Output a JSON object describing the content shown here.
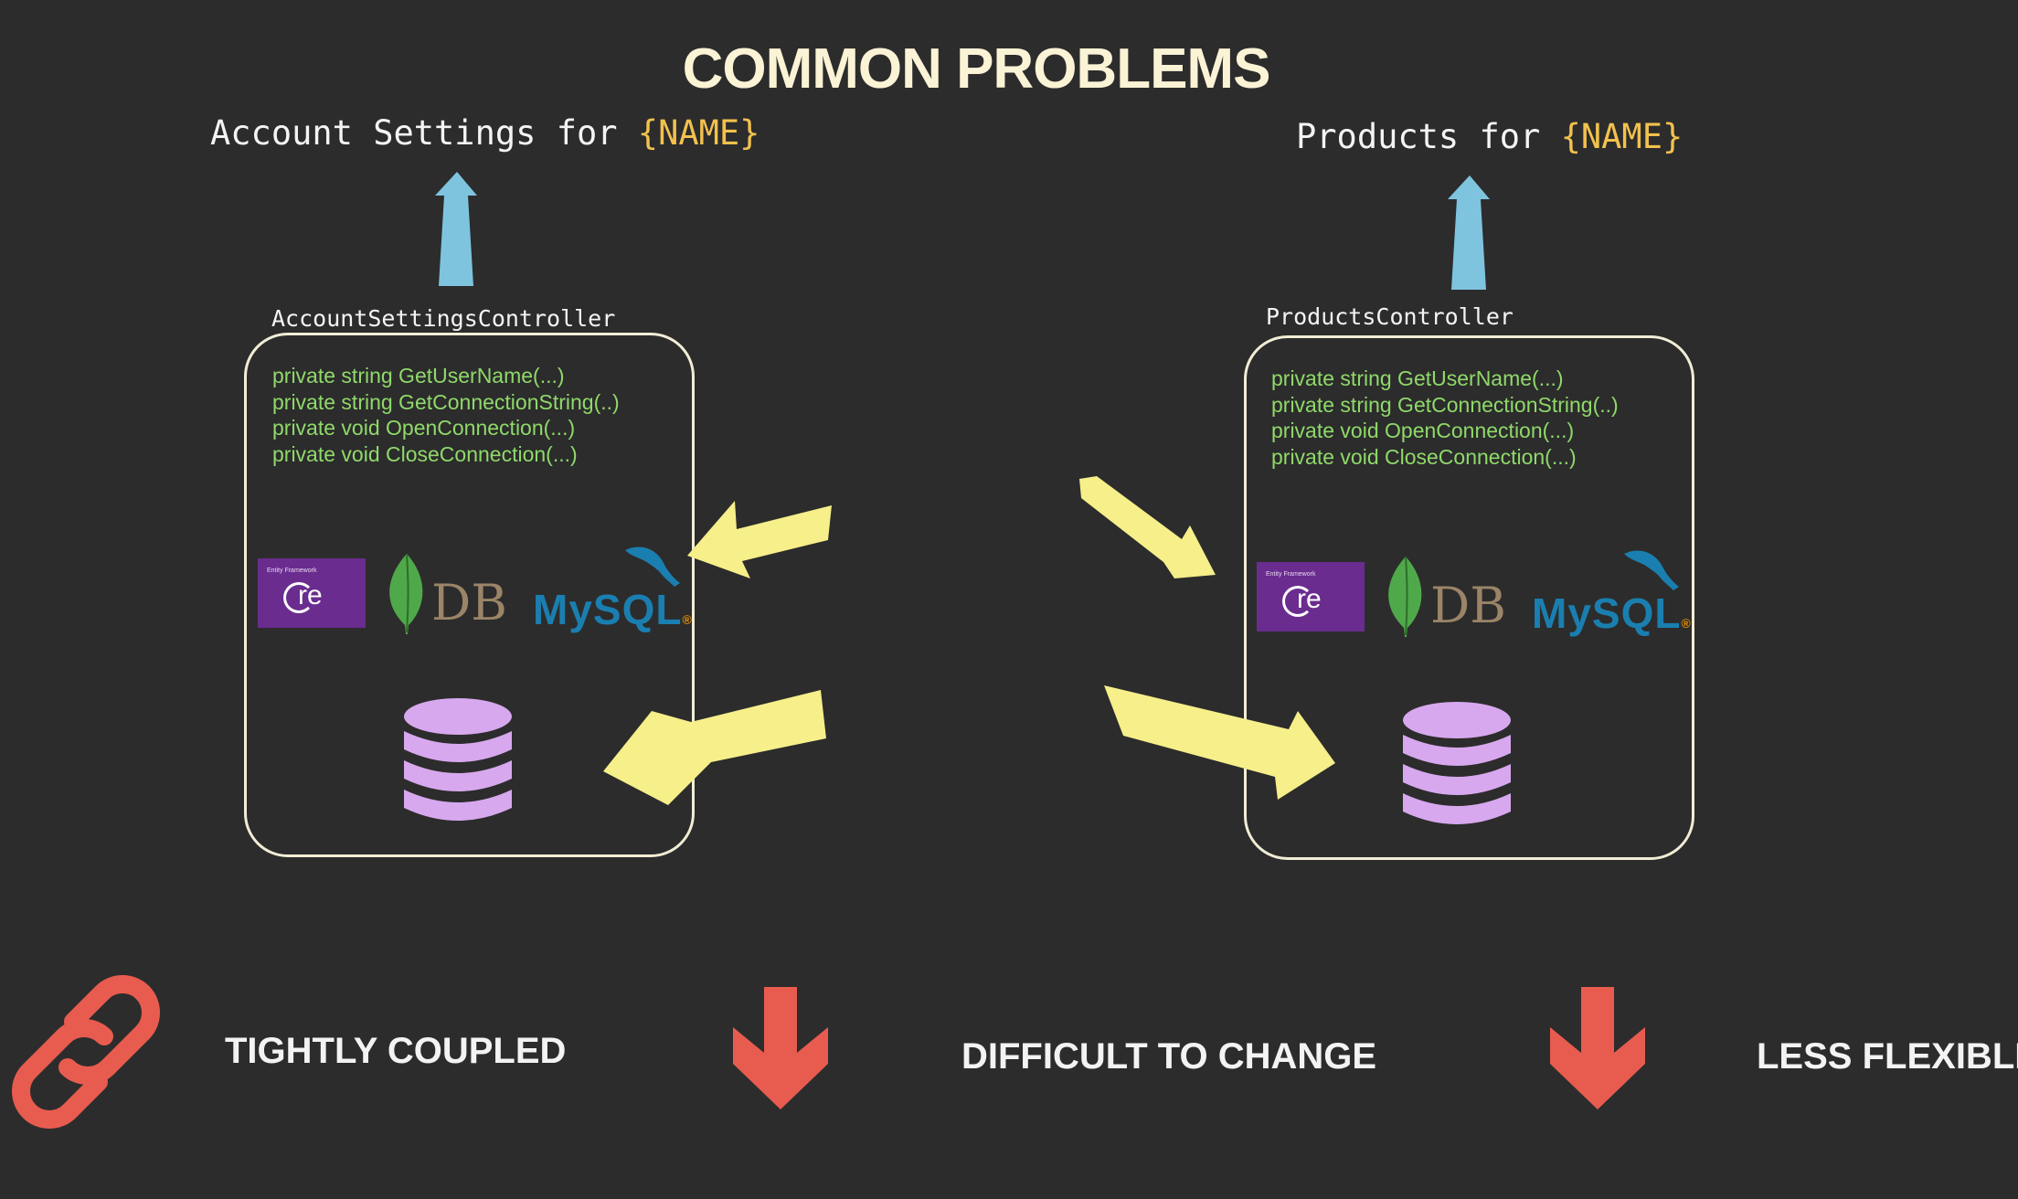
{
  "title": "COMMON PROBLEMS",
  "left": {
    "heading_prefix": "Account Settings for ",
    "heading_placeholder": "{NAME}",
    "controller_name": "AccountSettingsController",
    "methods": [
      "private string GetUserName(...)",
      "private string GetConnectionString(..)",
      "private void OpenConnection(...)",
      "private void CloseConnection(...)"
    ],
    "ef_small": "Entity Framework",
    "ef_core": "re",
    "db_text": "DB",
    "mysql_text": "MySQL",
    "mysql_reg": "®"
  },
  "right": {
    "heading_prefix": "Products for ",
    "heading_placeholder": "{NAME}",
    "controller_name": "ProductsController",
    "methods": [
      "private string GetUserName(...)",
      "private string GetConnectionString(..)",
      "private void OpenConnection(...)",
      "private void CloseConnection(...)"
    ],
    "ef_small": "Entity Framework",
    "ef_core": "re",
    "db_text": "DB",
    "mysql_text": "MySQL",
    "mysql_reg": "®"
  },
  "bottom": {
    "label1": "TIGHTLY COUPLED",
    "label2": "DIFFICULT TO CHANGE",
    "label3": "LESS FLEXIBLE"
  },
  "colors": {
    "background": "#2c2c2c",
    "title": "#fbf3d5",
    "placeholder": "#f2c14e",
    "method_text": "#8fd96a",
    "up_arrow": "#7ec4df",
    "yellow_arrow": "#f6ef8a",
    "red_icon": "#e85c4f",
    "database": "#d7a8ee"
  },
  "icons": [
    "up-arrow",
    "yellow-arrow",
    "database-icon",
    "chain-link-icon",
    "down-arrow-icon",
    "mongodb-leaf-icon",
    "mysql-dolphin-icon"
  ]
}
